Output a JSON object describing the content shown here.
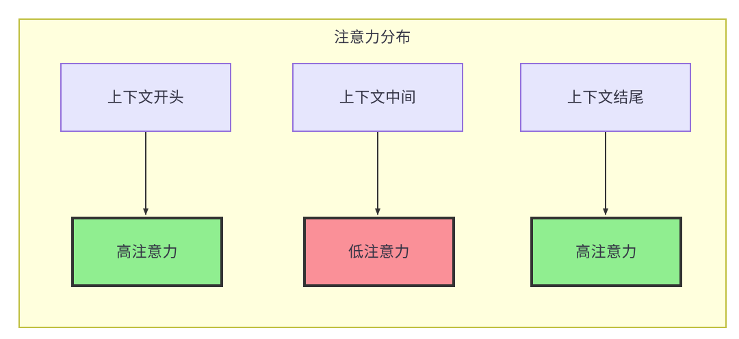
{
  "diagram": {
    "title": "注意力分布",
    "background_color": "#ffffff",
    "container": {
      "fill": "#ffffdd",
      "stroke": "#bfbf3f"
    },
    "palette": {
      "context_fill": "#e6e6fd",
      "context_stroke": "#9370db",
      "high_attention_fill": "#90ee90",
      "low_attention_fill": "#fa9098",
      "attention_stroke": "#333333",
      "text_color": "#333344",
      "edge_color": "#333333"
    },
    "columns": [
      {
        "id": "start",
        "context_label": "上下文开头",
        "attention_label": "高注意力",
        "attention_level": "high"
      },
      {
        "id": "middle",
        "context_label": "上下文中间",
        "attention_label": "低注意力",
        "attention_level": "low"
      },
      {
        "id": "end",
        "context_label": "上下文结尾",
        "attention_label": "高注意力",
        "attention_level": "high"
      }
    ],
    "edges": [
      {
        "from": "上下文开头",
        "to": "高注意力",
        "label": ""
      },
      {
        "from": "上下文中间",
        "to": "低注意力",
        "label": ""
      },
      {
        "from": "上下文结尾",
        "to": "高注意力",
        "label": ""
      }
    ]
  }
}
